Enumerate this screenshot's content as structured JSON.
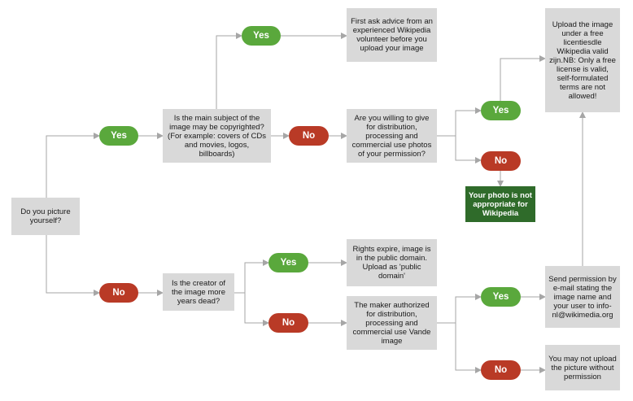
{
  "colors": {
    "yes": "#5aa83c",
    "no": "#b93a26",
    "box": "#d9d9d9",
    "terminal": "#2f6b2a",
    "connector": "#a6a6a6"
  },
  "boxes": {
    "start": "Do you picture yourself?",
    "copyrighted": "Is the main subject of the image may be copyrighted? (For example: covers of CDs and movies, logos, billboards)",
    "ask_advice": "First ask advice from an experienced Wikipedia volunteer before you upload your image",
    "willing": "Are you willing to give for distribution, processing and commercial use photos of your permission?",
    "upload_free": "Upload the image under a free licentiesdle Wikipedia valid zijn.NB: Only a free license is valid, self-formulated terms are not allowed!",
    "not_appropriate": "Your photo is not appropriate for Wikipedia",
    "creator_dead": "Is the creator of the image more years dead?",
    "public_domain": "Rights expire, image is in the public domain. Upload as 'public domain'",
    "maker_authorized": "The maker authorized for distribution, processing and commercial use Vande image",
    "send_permission": "Send permission by e-mail stating the image name and your user to info-nl@wikimedia.org",
    "may_not_upload": "You may not upload the picture without permission"
  },
  "pills": {
    "start_yes": "Yes",
    "start_no": "No",
    "copy_yes": "Yes",
    "copy_no": "No",
    "willing_yes": "Yes",
    "willing_no": "No",
    "dead_yes": "Yes",
    "dead_no": "No",
    "maker_yes": "Yes",
    "maker_no": "No"
  }
}
